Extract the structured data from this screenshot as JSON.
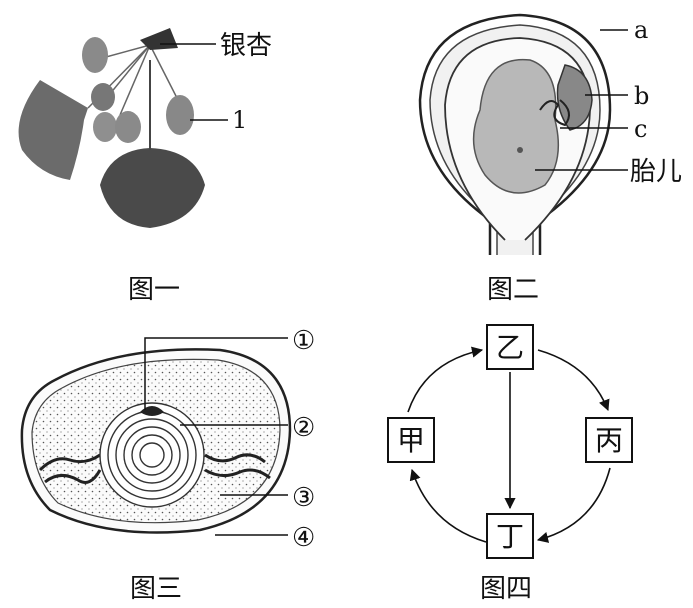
{
  "figure1": {
    "caption": "图一",
    "label_ginkgo": "银杏",
    "label_1": "1"
  },
  "figure2": {
    "caption": "图二",
    "label_a": "a",
    "label_b": "b",
    "label_c": "c",
    "label_fetus": "胎儿"
  },
  "figure3": {
    "caption": "图三",
    "label_1": "①",
    "label_2": "②",
    "label_3": "③",
    "label_4": "④"
  },
  "figure4": {
    "caption": "图四",
    "nodes": {
      "yi": "乙",
      "bing": "丙",
      "ding": "丁",
      "jia": "甲"
    }
  }
}
